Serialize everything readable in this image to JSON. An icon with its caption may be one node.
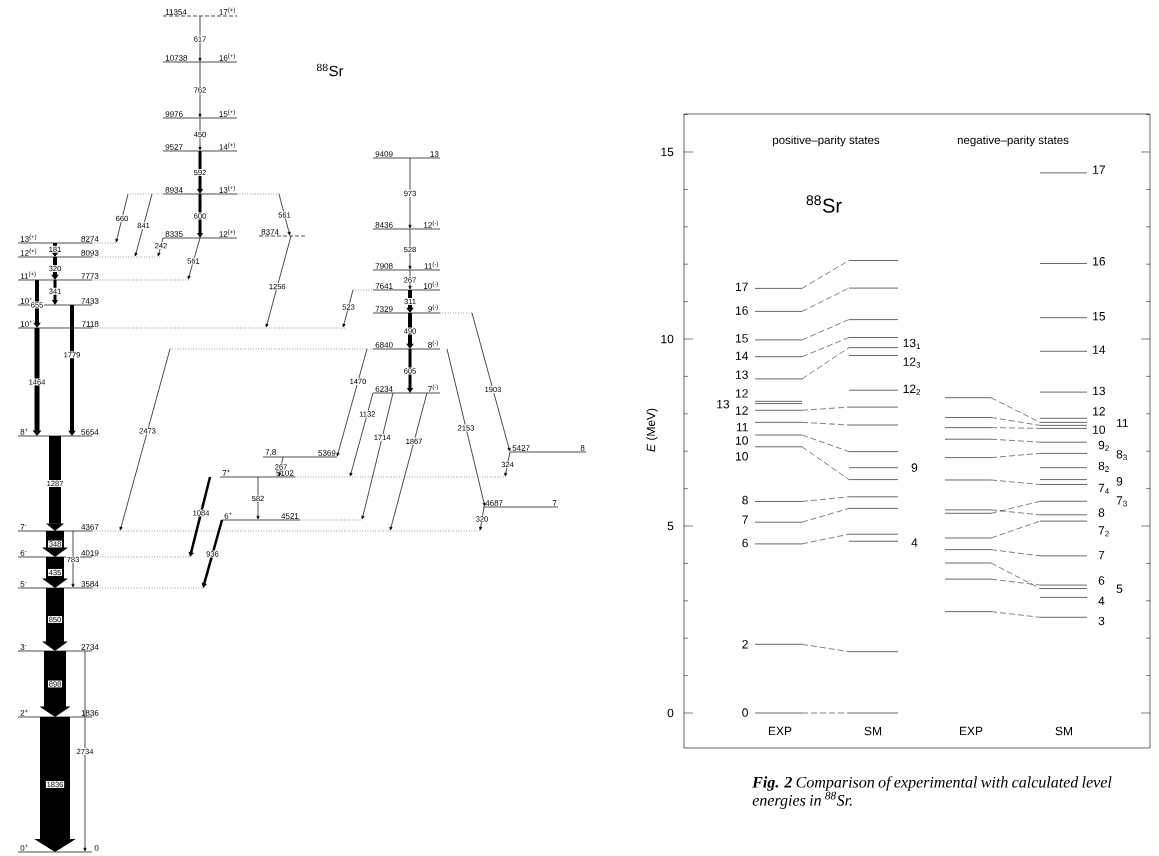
{
  "diagram": {
    "caption": "**Fig. 2** Comparison of experimental with calculated level energies in $^{88}$Sr.",
    "nodes": [
      {
        "text": [
          "11354",
          "17$^{(+)}$"
        ]
      },
      {
        "text": [
          "10738",
          "16$^{(+)}$"
        ]
      },
      {
        "text": [
          "9976",
          "15$^{(+)}$"
        ]
      },
      {
        "text": [
          "9527",
          "14$^{(+)}$"
        ]
      },
      {
        "text": [
          "8934",
          "13$^{(+)}$"
        ]
      },
      {
        "text": [
          "8335",
          "12$^{(+)}$"
        ]
      },
      {
        "text": [
          "8374"
        ]
      },
      {
        "text": [
          "13$^{(+)}$",
          "8274"
        ]
      },
      {
        "text": [
          "12$^{(+)}$",
          "8093"
        ]
      },
      {
        "text": [
          "11$^{(+)}$",
          "7773"
        ]
      },
      {
        "text": [
          "10$^{+}$",
          "7433"
        ]
      },
      {
        "text": [
          "10$^{+}$",
          "7118"
        ]
      },
      {
        "text": [
          "8$^{+}$",
          "5654"
        ]
      },
      {
        "text": [
          "7$^{-}$",
          "4367"
        ]
      },
      {
        "text": [
          "6$^{-}$",
          "4019"
        ]
      },
      {
        "text": [
          "5$^{-}$",
          "3584"
        ]
      },
      {
        "text": [
          "3$^{-}$",
          "2734"
        ]
      },
      {
        "text": [
          "2$^{+}$",
          "1836"
        ]
      },
      {
        "text": [
          "0$^{+}$",
          "0"
        ]
      },
      {
        "text": [
          "7,8",
          "5369"
        ]
      },
      {
        "text": [
          "7$^{+}$",
          "5102"
        ]
      },
      {
        "text": [
          "6$^{+}$",
          "4521"
        ]
      },
      {
        "text": [
          "9409",
          "13"
        ]
      },
      {
        "text": [
          "8436",
          "12$^{(-)}$"
        ]
      },
      {
        "text": [
          "7908",
          "11$^{(-)}$"
        ]
      },
      {
        "text": [
          "7641",
          "10$^{(-)}$"
        ]
      },
      {
        "text": [
          "7329",
          "9$^{(-)}$"
        ]
      },
      {
        "text": [
          "6840",
          "8$^{(-)}$"
        ]
      },
      {
        "text": [
          "6234",
          "7$^{(-)}$"
        ]
      },
      {
        "text": [
          "5427",
          "8"
        ]
      },
      {
        "text": [
          "4687",
          "7"
        ]
      }
    ],
    "edges": [
      {
        "from": 0,
        "to": 1,
        "arrow": "to",
        "label": "617"
      },
      {
        "from": 1,
        "to": 2,
        "arrow": "to",
        "label": "762"
      },
      {
        "from": 2,
        "to": 3,
        "arrow": "to",
        "label": "450"
      },
      {
        "from": 3,
        "to": 4,
        "arrow": "to",
        "label": "592",
        "style": "thick"
      },
      {
        "from": 4,
        "to": 5,
        "arrow": "to",
        "label": "600",
        "style": "thick"
      },
      {
        "from": 4,
        "to": 7,
        "arrow": "to",
        "label": "660"
      },
      {
        "from": 4,
        "to": 8,
        "arrow": "to",
        "label": "841"
      },
      {
        "from": 5,
        "to": 8,
        "arrow": "to",
        "label": "242"
      },
      {
        "from": 5,
        "to": 9,
        "arrow": "to",
        "label": "561"
      },
      {
        "from": 4,
        "to": 6,
        "arrow": "to",
        "label": "561"
      },
      {
        "from": 6,
        "to": 11,
        "arrow": "to",
        "label": "1256"
      },
      {
        "from": 7,
        "to": 8,
        "arrow": "to",
        "label": "181",
        "style": "thick"
      },
      {
        "from": 8,
        "to": 9,
        "arrow": "to",
        "label": "320",
        "style": "thick"
      },
      {
        "from": 9,
        "to": 10,
        "arrow": "to",
        "label": "341",
        "style": "thick"
      },
      {
        "from": 9,
        "to": 11,
        "arrow": "to",
        "label": "655",
        "style": "thick"
      },
      {
        "from": 11,
        "to": 12,
        "arrow": "to",
        "label": "1464",
        "style": "thick"
      },
      {
        "from": 10,
        "to": 12,
        "arrow": "to",
        "label": "1779",
        "style": "thick"
      },
      {
        "from": 25,
        "to": 11,
        "arrow": "to",
        "label": "523"
      },
      {
        "from": 12,
        "to": 13,
        "arrow": "to",
        "label": "1287",
        "style": "thick"
      },
      {
        "from": 13,
        "to": 14,
        "arrow": "to",
        "label": "348",
        "style": "thick"
      },
      {
        "from": 13,
        "to": 15,
        "arrow": "to",
        "label": "783"
      },
      {
        "from": 14,
        "to": 15,
        "arrow": "to",
        "label": "435",
        "style": "thick"
      },
      {
        "from": 15,
        "to": 16,
        "arrow": "to",
        "label": "850",
        "style": "thick"
      },
      {
        "from": 16,
        "to": 17,
        "arrow": "to",
        "label": "898",
        "style": "thick"
      },
      {
        "from": 17,
        "to": 18,
        "arrow": "to",
        "label": "1836",
        "style": "thick"
      },
      {
        "from": 16,
        "to": 18,
        "arrow": "to",
        "label": "2734"
      },
      {
        "from": 27,
        "to": 13,
        "arrow": "to",
        "label": "2473"
      },
      {
        "from": 19,
        "to": 20,
        "arrow": "to",
        "label": "267"
      },
      {
        "from": 20,
        "to": 21,
        "arrow": "to",
        "label": "582"
      },
      {
        "from": 20,
        "to": 14,
        "arrow": "to",
        "label": "1084",
        "style": "thick"
      },
      {
        "from": 21,
        "to": 15,
        "arrow": "to",
        "label": "936",
        "style": "thick"
      },
      {
        "from": 22,
        "to": 23,
        "arrow": "to",
        "label": "973"
      },
      {
        "from": 23,
        "to": 24,
        "arrow": "to",
        "label": "528"
      },
      {
        "from": 24,
        "to": 25,
        "arrow": "to",
        "label": "267"
      },
      {
        "from": 25,
        "to": 26,
        "arrow": "to",
        "label": "311",
        "style": "thick"
      },
      {
        "from": 26,
        "to": 27,
        "arrow": "to",
        "label": "490",
        "style": "thick"
      },
      {
        "from": 27,
        "to": 28,
        "arrow": "to",
        "label": "605",
        "style": "thick"
      },
      {
        "from": 27,
        "to": 19,
        "arrow": "to",
        "label": "1470"
      },
      {
        "from": 28,
        "to": 20,
        "arrow": "to",
        "label": "1132"
      },
      {
        "from": 28,
        "to": 21,
        "arrow": "to",
        "label": "1714"
      },
      {
        "from": 28,
        "to": 13,
        "arrow": "to",
        "label": "1867"
      },
      {
        "from": 27,
        "to": 30,
        "arrow": "to",
        "label": "2153"
      },
      {
        "from": 26,
        "to": 29,
        "arrow": "to",
        "label": "1903"
      },
      {
        "from": 29,
        "to": 20,
        "arrow": "to",
        "label": "324"
      },
      {
        "from": 30,
        "to": 13,
        "arrow": "to",
        "label": "320"
      }
    ],
    "labels": [
      "$^{88}$Sr",
      "positive–parity states",
      "negative–parity states",
      "$^{88}$Sr",
      "15",
      "10",
      "5",
      "0",
      "*E* (MeV)",
      "17",
      "16",
      "15",
      "14",
      "13",
      "12",
      "13",
      "12",
      "11",
      "10",
      "10",
      "8",
      "7",
      "6",
      "2",
      "0",
      "13$_{1}$",
      "12$_{3}$",
      "12$_{2}$",
      "9",
      "4",
      "17",
      "16",
      "15",
      "14",
      "13",
      "12",
      "11",
      "10",
      "9$_{2}$",
      "8$_{3}$",
      "8$_{2}$",
      "9",
      "7$_{4}$",
      "7$_{3}$",
      "8",
      "7$_{2}$",
      "7",
      "6",
      "5",
      "4",
      "3",
      "EXP",
      "SM",
      "EXP",
      "SM"
    ]
  }
}
